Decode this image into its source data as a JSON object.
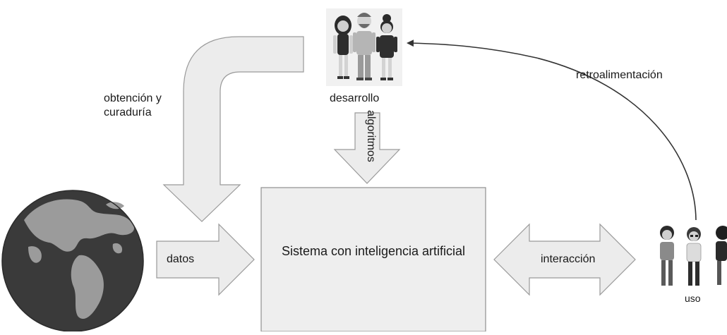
{
  "diagram": {
    "center_box": {
      "label": "Sistema con inteligencia artificial"
    },
    "nodes": {
      "development": {
        "label": "desarrollo",
        "icon": "developers-group-icon"
      },
      "use": {
        "label": "uso",
        "icon": "users-group-icon"
      },
      "world": {
        "icon": "globe-icon"
      }
    },
    "edges": {
      "data_collection": {
        "label": "obtención y curaduría"
      },
      "data": {
        "label": "datos"
      },
      "algorithms": {
        "label": "algoritmos"
      },
      "interaction": {
        "label": "interacción"
      },
      "feedback": {
        "label": "retroalimentación"
      }
    },
    "colors": {
      "arrow_fill": "#ececec",
      "arrow_stroke": "#9a9a9a",
      "box_fill": "#eeeeee",
      "globe_ocean": "#3a3a3a",
      "globe_land": "#9b9b9b"
    }
  }
}
